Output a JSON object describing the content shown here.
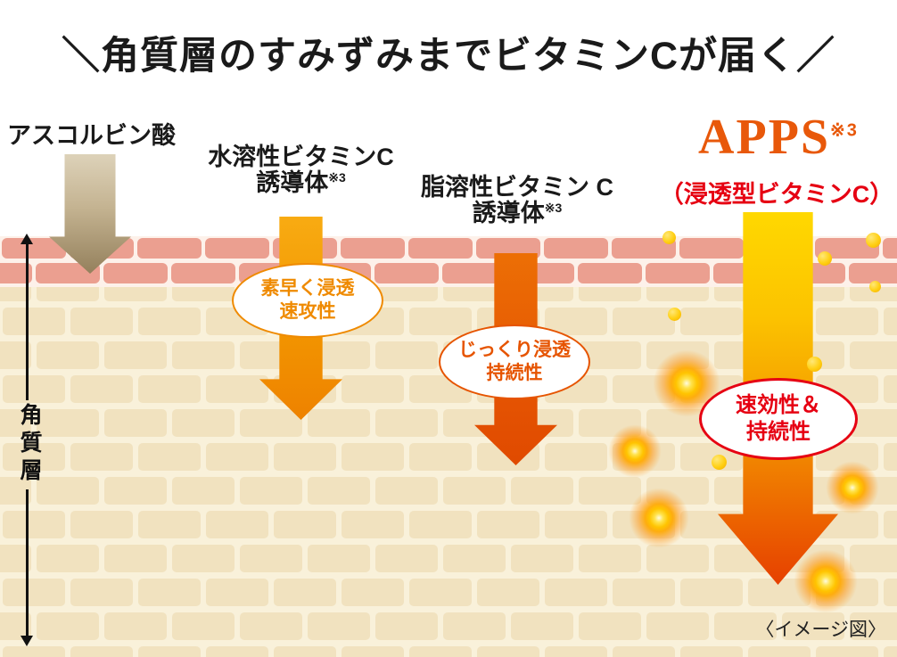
{
  "title": "＼角質層のすみずみまでビタミンCが届く／",
  "depth_label": "角質層",
  "caption": "〈イメージ図〉",
  "columns": {
    "ascorbic": {
      "label": "アスコルビン酸"
    },
    "water_soluble": {
      "label_line1": "水溶性ビタミンC",
      "label_line2": "誘導体",
      "ref": "※3",
      "bubble_line1": "素早く浸透",
      "bubble_line2": "速攻性"
    },
    "oil_soluble": {
      "label_line1": "脂溶性ビタミン C",
      "label_line2": "誘導体",
      "ref": "※3",
      "bubble_line1": "じっくり浸透",
      "bubble_line2": "持続性"
    },
    "apps": {
      "brand": "APPS",
      "ref": "※3",
      "sub_label": "（浸透型ビタミンC）",
      "bubble_line1": "速効性＆",
      "bubble_line2": "持続性"
    }
  },
  "colors": {
    "ascorbic_brown": "#94805c",
    "water_soluble_orange": "#ef8a00",
    "oil_soluble_vermilion": "#e65400",
    "apps_gradient_top": "#ffd800",
    "apps_gradient_bottom": "#e64000",
    "apps_brand_orange": "#e8580a",
    "apps_red": "#e60012",
    "particle_yellow": "#ffcf12",
    "skin_pink": "#eb9f90",
    "brick_beige": "#f1e2bf"
  }
}
